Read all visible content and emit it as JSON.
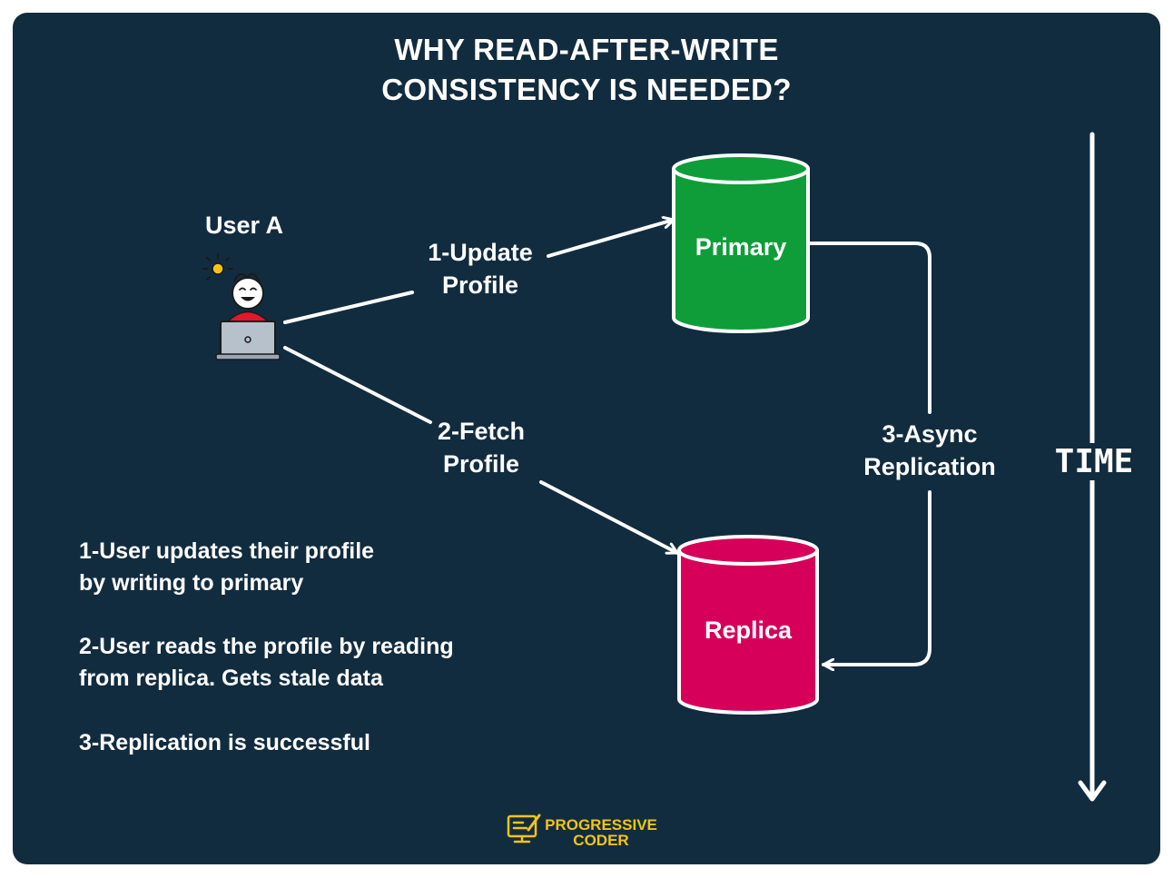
{
  "title": {
    "line1": "WHY READ-AFTER-WRITE",
    "line2": "CONSISTENCY IS NEEDED?"
  },
  "user": {
    "label": "User A"
  },
  "nodes": {
    "primary": "Primary",
    "replica": "Replica"
  },
  "edges": {
    "update": {
      "line1": "1-Update",
      "line2": "Profile"
    },
    "fetch": {
      "line1": "2-Fetch",
      "line2": "Profile"
    },
    "replication": {
      "line1": "3-Async",
      "line2": "Replication"
    }
  },
  "time_axis": {
    "label": "TIME"
  },
  "notes": [
    {
      "line1": "1-User updates their profile",
      "line2": "by writing to primary"
    },
    {
      "line1": "2-User reads the profile by reading",
      "line2": "from replica. Gets stale data"
    },
    {
      "line1": "3-Replication is successful"
    }
  ],
  "logo": {
    "line1": "PROGRESSIVE",
    "line2": "CODER"
  },
  "colors": {
    "background": "#122c3f",
    "primary": "#0f9d3a",
    "replica": "#d6005a",
    "accent": "#f2c514",
    "stroke": "#ffffff"
  }
}
